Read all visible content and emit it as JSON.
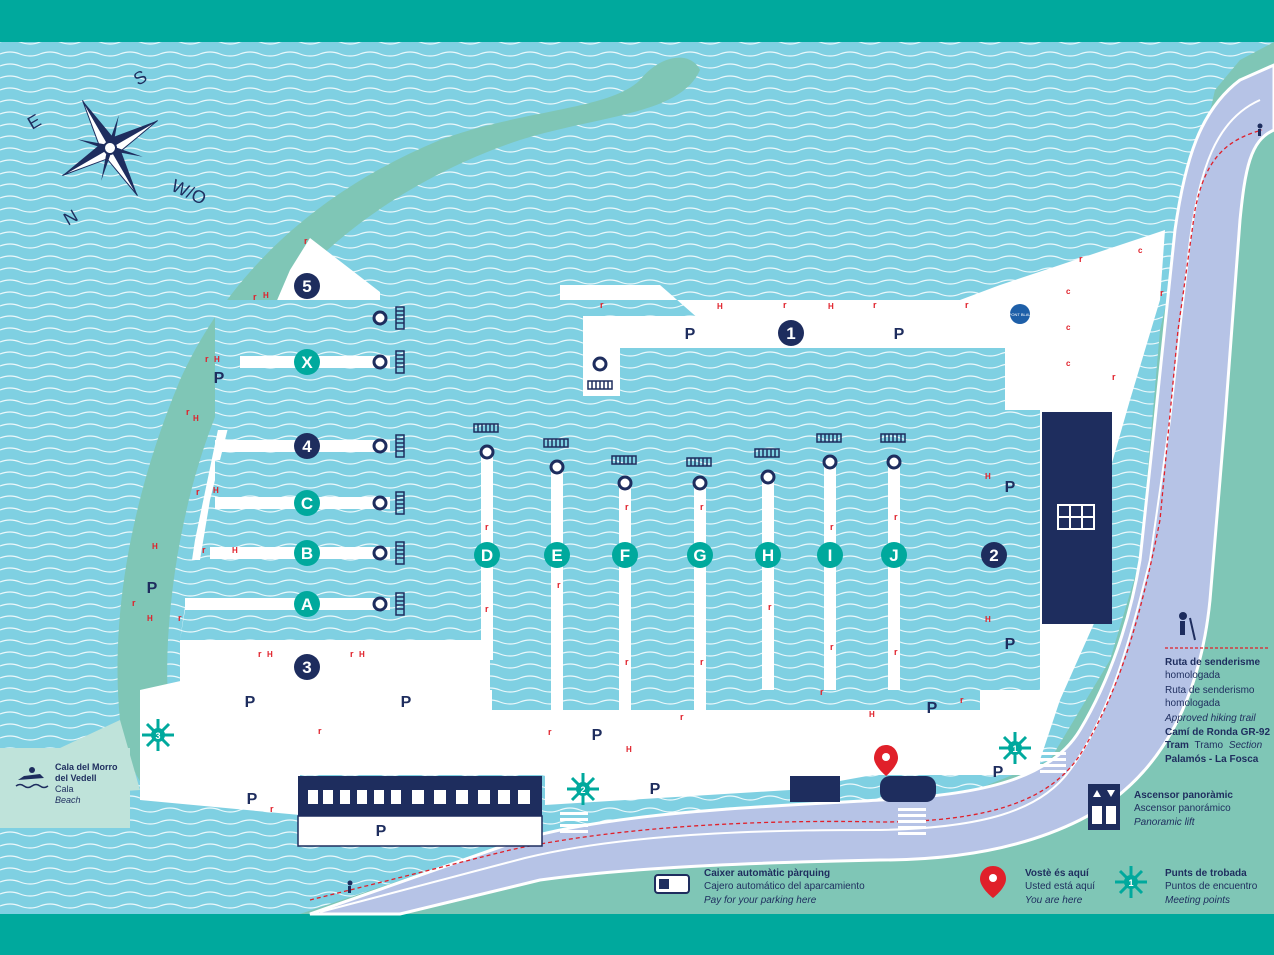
{
  "colors": {
    "frame": "#00a99d",
    "sea": "#7fd0e2",
    "sea_wave": "#ffffff",
    "land": "#7fc6b6",
    "port_ground": "#ffffff",
    "navy": "#1e2d5e",
    "road": "#b6c3e6",
    "road_edge": "#ffffff",
    "accent_green": "#00a99d",
    "marker_red": "#e0202a",
    "bollard_red": "#e0202a",
    "beach_box": "#bfe3da"
  },
  "compass": {
    "north": "N",
    "south": "S",
    "east": "E",
    "west": "W/O"
  },
  "piers": {
    "green": [
      "D",
      "E",
      "F",
      "G",
      "H",
      "I",
      "J",
      "A",
      "B",
      "C",
      "X"
    ],
    "navy": [
      "1",
      "2",
      "3",
      "4",
      "5"
    ]
  },
  "parking_label": "P",
  "mooring_marks": {
    "hydrant": "H",
    "cleat": "r",
    "c_mark": "c"
  },
  "beach_label": {
    "line1": "Cala del Morro",
    "line2": "del Vedell",
    "line3": "Cala",
    "line4": "Beach"
  },
  "pointer_tag": "PONT BLAU",
  "legend": {
    "hiking": {
      "line1": "Ruta de senderisme",
      "line2": "homologada",
      "line3": "Ruta de senderismo",
      "line4": "homologada",
      "line5": "Approved hiking trail",
      "line6": "Camí de Ronda GR-92",
      "line7a": "Tram",
      "line7b": "Tramo",
      "line7c": "Section",
      "line8": "Palamós - La Fosca"
    },
    "lift": {
      "line1": "Ascensor panoràmic",
      "line2": "Ascensor panorámico",
      "line3": "Panoramic lift"
    },
    "parking_pay": {
      "line1": "Caixer automàtic pàrquing",
      "line2": "Cajero automático del aparcamiento",
      "line3": "Pay for your parking here"
    },
    "you_are_here": {
      "line1": "Vostè és aquí",
      "line2": "Usted está aquí",
      "line3": "You are here"
    },
    "meeting": {
      "line1": "Punts de trobada",
      "line2": "Puntos de encuentro",
      "line3": "Meeting points",
      "num": "1"
    }
  },
  "meeting_points": [
    "1",
    "2",
    "3"
  ]
}
